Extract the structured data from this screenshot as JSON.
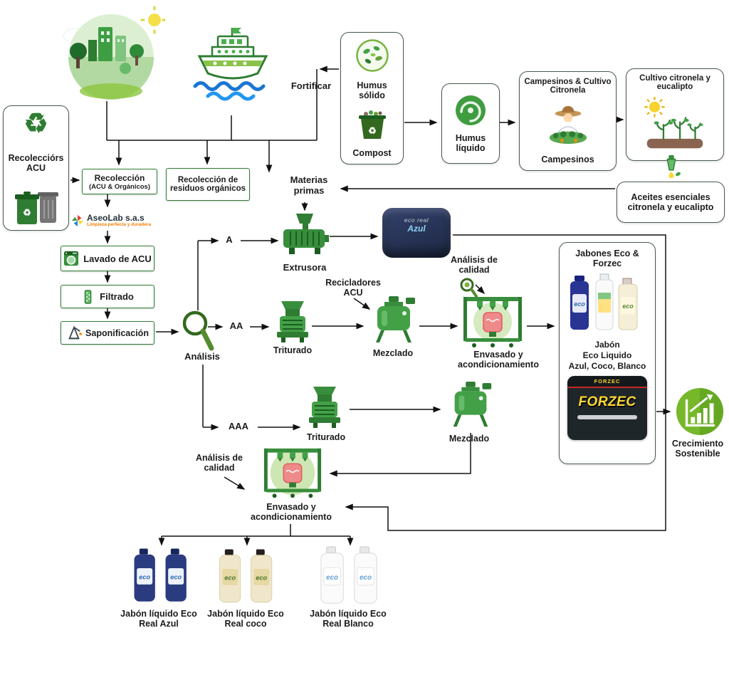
{
  "diagram": {
    "top": {
      "recolecciors_acu": "Recolecciórs ACU",
      "recoleccion_title": "Recolección",
      "recoleccion_sub": "(ACU & Orgánicos)",
      "recoleccion_residuos": "Recolección de residuos orgánicos",
      "fortificar": "Fortificar",
      "humus_solido": "Humus sólido",
      "compost": "Compost",
      "humus_liquido": "Humus líquido",
      "campesinos_title": "Campesinos & Cultivo Citronela",
      "campesinos": "Campesinos",
      "cultivo": "Cultivo citronela y eucalipto",
      "aceites": "Aceites esenciales citronela y eucalipto",
      "materias_primas": "Materias primas"
    },
    "brand": {
      "name": "AseoLab s.a.s",
      "tagline": "Limpieza perfecta y duradera"
    },
    "process": {
      "lavado": "Lavado de ACU",
      "filtrado": "Filtrado",
      "saponificacion": "Saponificación",
      "analisis": "Análisis",
      "route_a": "A",
      "route_aa": "AA",
      "route_aaa": "AAA",
      "extrusora": "Extrusora",
      "recicladores_acu": "Recicladores ACU",
      "analisis_calidad": "Análisis de calidad",
      "triturado": "Triturado",
      "mezclado": "Mezclado",
      "envasado": "Envasado y acondicionamiento"
    },
    "products": {
      "brand_mark": "eco",
      "bar_brand": "eco real",
      "bar_variant": "Azul",
      "jabones_title": "Jabones Eco & Forzec",
      "jabones_caption_1": "Jabón",
      "jabones_caption_2": "Eco Liquido",
      "jabones_caption_3": "Azul, Coco, Blanco",
      "forzec_brand": "FORZEC",
      "bottom_labels": [
        "Jabón líquido Eco Real Azul",
        "Jabón líquido Eco Real coco",
        "Jabón líquido Eco Real Blanco"
      ]
    },
    "outcome": "Crecimiento Sostenible"
  }
}
